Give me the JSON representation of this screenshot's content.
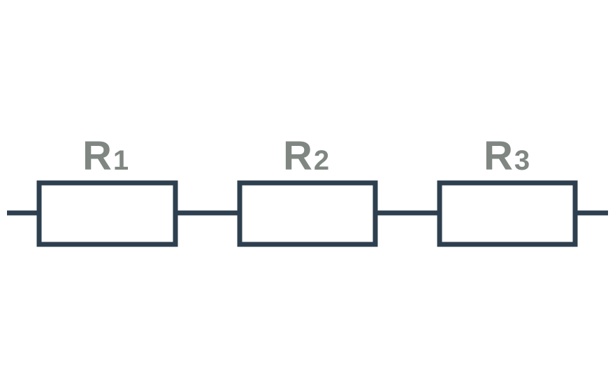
{
  "diagram": {
    "type": "series-resistor-circuit",
    "line_color": "#2e3f4f",
    "label_color": "#808681",
    "resistors": [
      {
        "symbol": "R",
        "subscript": "1"
      },
      {
        "symbol": "R",
        "subscript": "2"
      },
      {
        "symbol": "R",
        "subscript": "3"
      }
    ]
  }
}
